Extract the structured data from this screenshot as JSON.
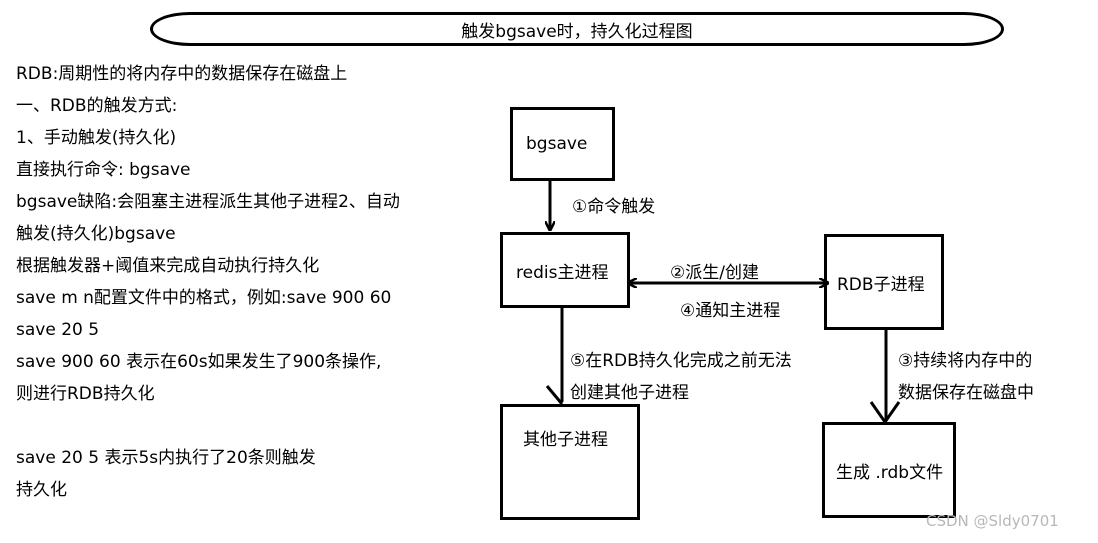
{
  "title": "触发bgsave时，持久化过程图",
  "notes": [
    "RDB:周期性的将内存中的数据保存在磁盘上",
    "一、RDB的触发方式:",
    "1、手动触发(持久化)",
    "直接执行命令: bgsave",
    "bgsave缺陷:会阻塞主进程派生其他子进程2、自动",
    "触发(持久化)bgsave",
    "根据触发器+阈值来完成自动执行持久化",
    "save m n配置文件中的格式，例如:save 900 60",
    "save 20 5",
    "save 900 60  表示在60s如果发生了900条操作,",
    "则进行RDB持久化",
    "",
    "save 20 5   表示5s内执行了20条则触发",
    "持久化"
  ],
  "nodes": {
    "bgsave": "bgsave",
    "redis_main": "redis主进程",
    "rdb_child": "RDB子进程",
    "other_child": "其他子进程",
    "rdb_file": "生成 .rdb文件"
  },
  "edges": {
    "command_trigger": "①命令触发",
    "fork_create": "②派生/创建",
    "notify_main": "④通知主进程",
    "block_line1": "⑤在RDB持久化完成之前无法",
    "block_line2": "创建其他子进程",
    "persist_line1": "③持续将内存中的",
    "persist_line2": "数据保存在磁盘中"
  },
  "watermark": "CSDN @Sldy0701"
}
